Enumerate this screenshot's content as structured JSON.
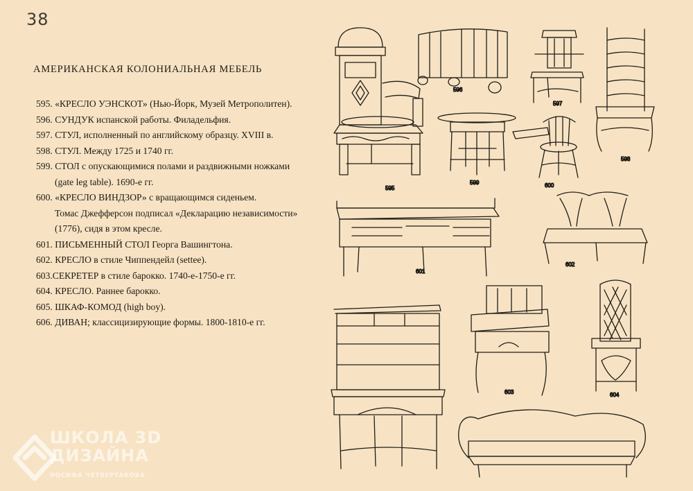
{
  "page_number": "38",
  "heading": "АМЕРИКАНСКАЯ КОЛОНИАЛЬНАЯ МЕБЕЛЬ",
  "captions": [
    {
      "text": "595. «КРЕСЛО УЭНСКОТ» (Нью-Йорк, Музей Метрополитен).",
      "indent": false
    },
    {
      "text": "596. СУНДУК  испанской работы. Филадельфия.",
      "indent": false
    },
    {
      "text": "597. СТУЛ, исполненный по английскому образцу. XVIII в.",
      "indent": false
    },
    {
      "text": "598. СТУЛ. Между 1725 и 1740 гг.",
      "indent": false
    },
    {
      "text": "599. СТОЛ с опускающимися полами и раздвижными ножками",
      "indent": false
    },
    {
      "text": "(gate leg table). 1690-е гг.",
      "indent": true
    },
    {
      "text": "600. «КРЕСЛО ВИНДЗОР» с вращающимся сиденьем.",
      "indent": false
    },
    {
      "text": "Томас Джефферсон подписал «Декларацию независимости»",
      "indent": true
    },
    {
      "text": "(1776), сидя в этом кресле.",
      "indent": true
    },
    {
      "text": "601. ПИСЬМЕННЫЙ  СТОЛ Георга Вашингтона.",
      "indent": false
    },
    {
      "text": "602. КРЕСЛО в стиле Чиппендейл (settee).",
      "indent": false
    },
    {
      "text": "603.СЕКРЕТЕР в стиле барокко. 1740-е-1750-е гг.",
      "indent": false
    },
    {
      "text": "604. КРЕСЛО. Раннее барокко.",
      "indent": false
    },
    {
      "text": "605. ШКАФ-КОМОД (high boy).",
      "indent": false
    },
    {
      "text": "606. ДИВАН; классицизирующие формы. 1800-1810-е гг.",
      "indent": false
    }
  ],
  "plate_labels": {
    "p595": "595",
    "p596": "596",
    "p597": "597",
    "p598": "598",
    "p599": "599",
    "p600": "600",
    "p601": "601",
    "p602": "602",
    "p603": "603",
    "p604": "604"
  },
  "watermark": {
    "line1": "ШКОЛА 3D",
    "line2": "ДИЗАЙНА",
    "line3": "ИОСИФА ЧЕТВЕРТАКОВА"
  }
}
